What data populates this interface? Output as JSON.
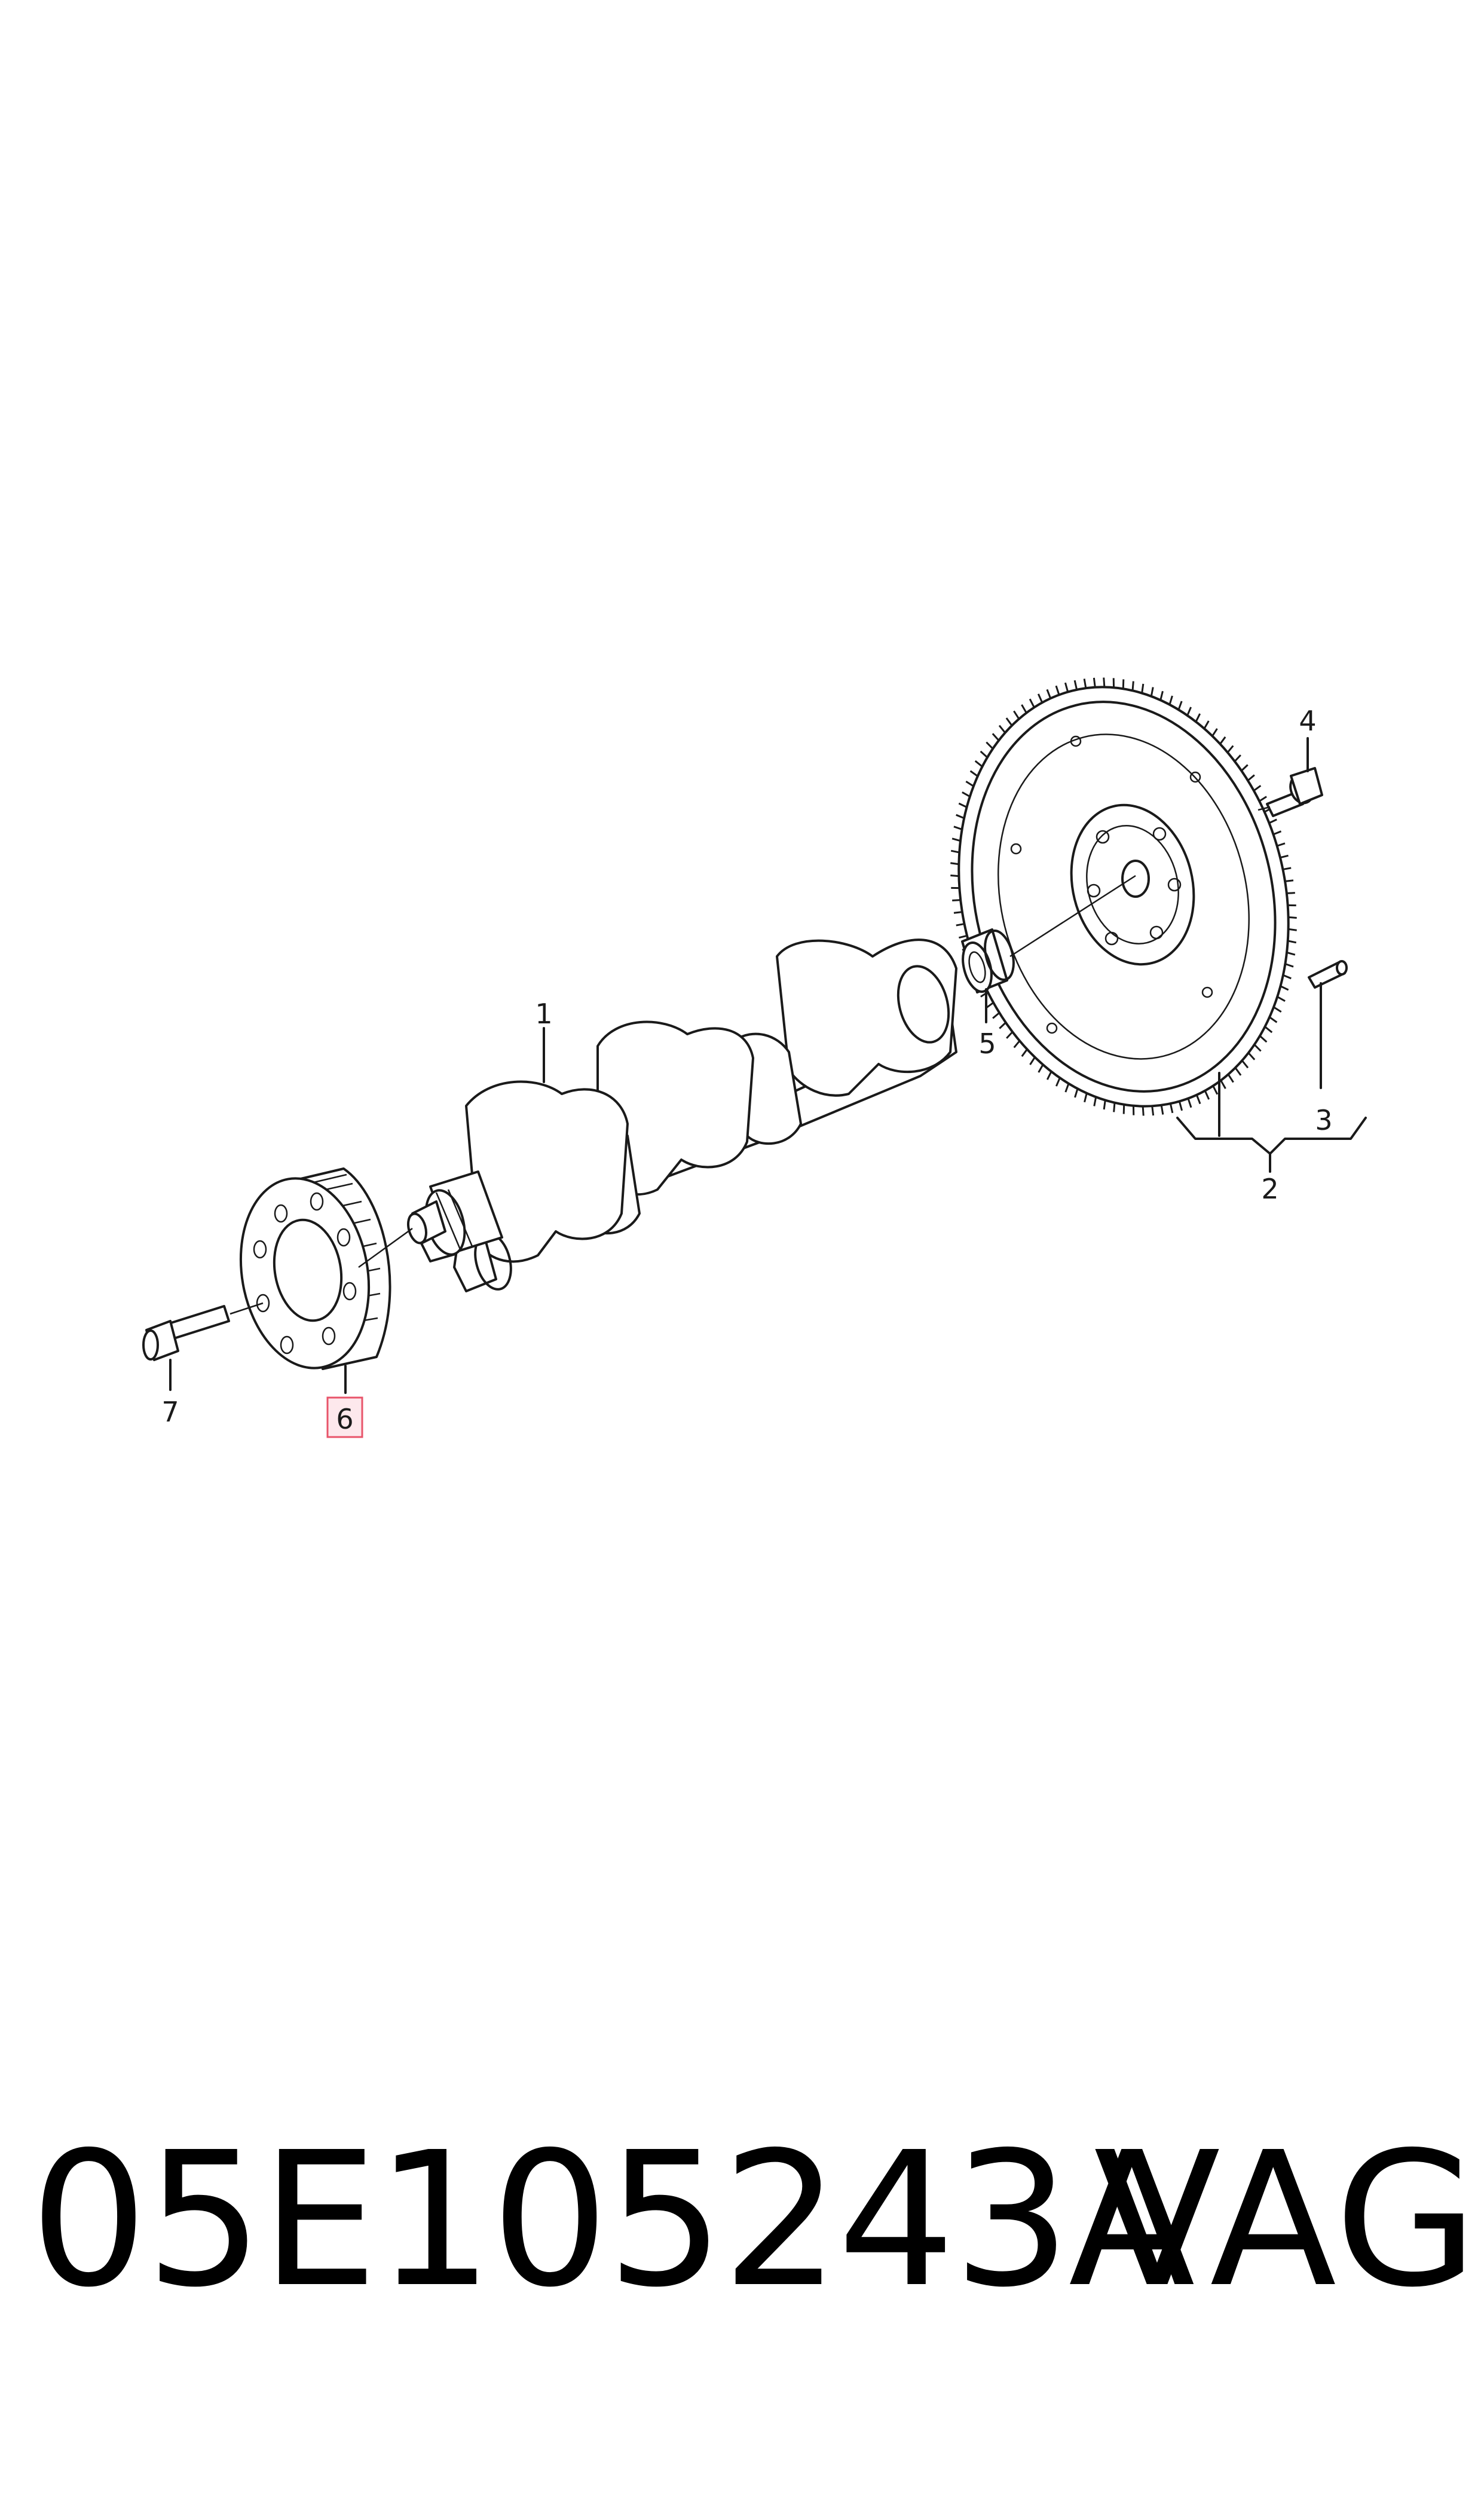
{
  "diagram": {
    "callouts": [
      {
        "id": "1",
        "label": "1"
      },
      {
        "id": "2",
        "label": "2"
      },
      {
        "id": "3",
        "label": "3"
      },
      {
        "id": "4",
        "label": "4"
      },
      {
        "id": "5",
        "label": "5"
      },
      {
        "id": "6",
        "label": "6",
        "highlighted": true
      },
      {
        "id": "7",
        "label": "7"
      }
    ],
    "highlight_color": "#e8546a"
  },
  "footer": {
    "part_number": "05E105243A",
    "brand": "VAG"
  }
}
